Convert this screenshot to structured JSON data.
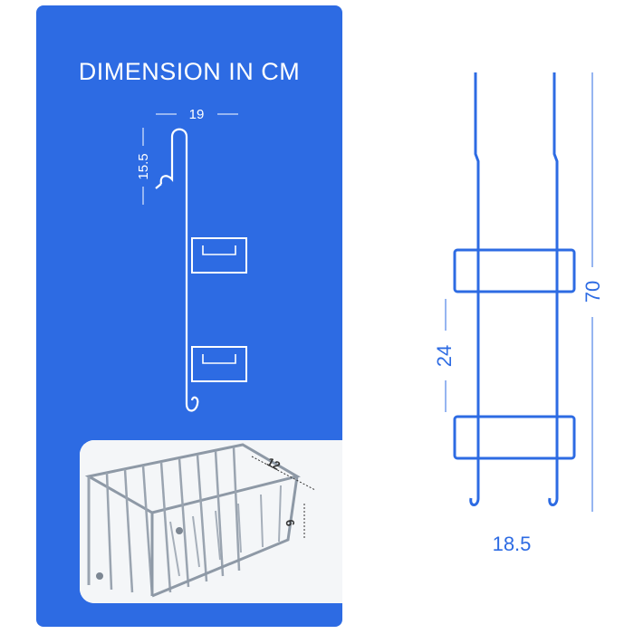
{
  "panel": {
    "title": "DIMENSION IN CM",
    "background": "#2d6be3"
  },
  "side_view": {
    "width_label": "19",
    "hook_label": "15.5"
  },
  "basket_photo": {
    "depth_label": "12",
    "height_label": "6"
  },
  "front_view": {
    "height_label": "70",
    "spacing_label": "24",
    "width_label": "18.5",
    "line_color": "#2d6be3"
  }
}
